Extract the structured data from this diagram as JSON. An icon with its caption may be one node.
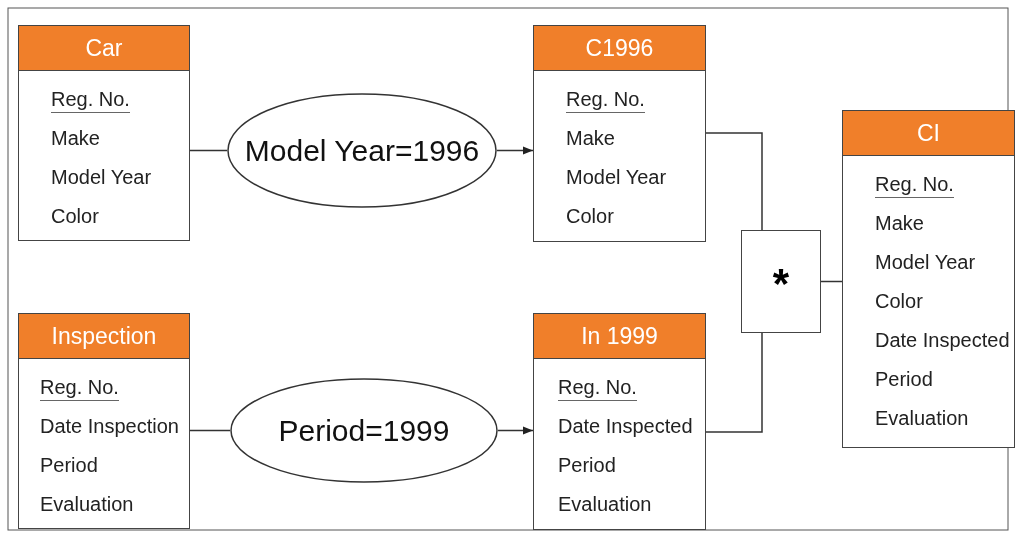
{
  "diagram": {
    "nodes": [
      {
        "text": [
          "Car",
          "Reg. No.",
          "Make",
          "Model Year",
          "Color"
        ]
      },
      {
        "text": [
          "Model Year=1996"
        ]
      },
      {
        "text": [
          "C1996",
          "Reg. No.",
          "Make",
          "Model Year",
          "Color"
        ]
      },
      {
        "text": [
          "Inspection",
          "Reg. No.",
          "Date Inspection",
          "Period",
          "Evaluation"
        ]
      },
      {
        "text": [
          "Period=1999"
        ]
      },
      {
        "text": [
          "In 1999",
          "Reg. No.",
          "Date Inspected",
          "Period",
          "Evaluation"
        ]
      },
      {
        "text": [
          "*"
        ]
      },
      {
        "text": [
          "CI",
          "Reg. No.",
          "Make",
          "Model Year",
          "Color",
          "Date Inspected",
          "Period",
          "Evaluation"
        ]
      }
    ],
    "edges": [
      {
        "from": 0,
        "to": 1,
        "arrow": "none"
      },
      {
        "from": 1,
        "to": 2,
        "arrow": "to"
      },
      {
        "from": 3,
        "to": 4,
        "arrow": "none"
      },
      {
        "from": 4,
        "to": 5,
        "arrow": "to"
      },
      {
        "from": 2,
        "to": 6,
        "arrow": "none"
      },
      {
        "from": 5,
        "to": 6,
        "arrow": "none"
      },
      {
        "from": 6,
        "to": 7,
        "arrow": "none"
      }
    ]
  }
}
